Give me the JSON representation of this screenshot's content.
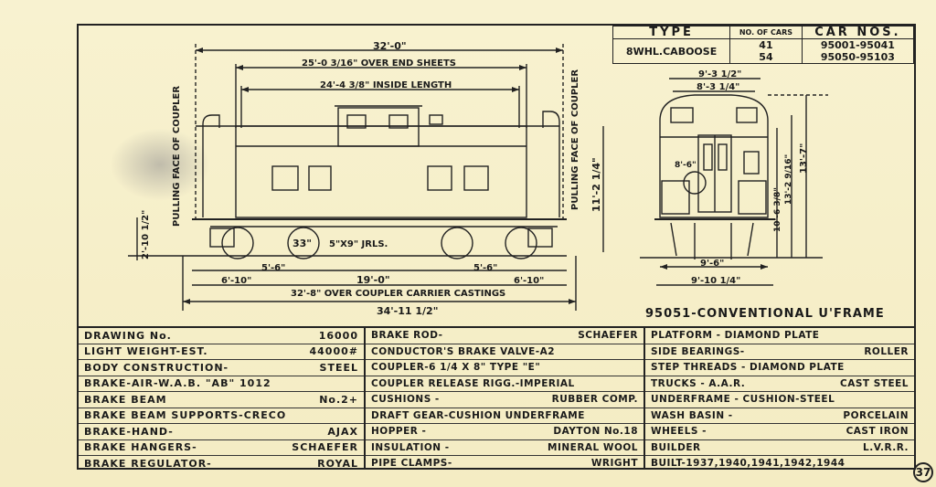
{
  "type_table": {
    "type_header": "TYPE",
    "cars_header": "NO. OF CARS",
    "carnos_header": "CAR NOS.",
    "type_value": "8WHL.CABOOSE",
    "cars_values": [
      "41",
      "54"
    ],
    "carnos_values": [
      "95001-95041",
      "95050-95103"
    ]
  },
  "side_view_dims": {
    "overall_32": "32'-0\"",
    "over_end_sheets": "25'-0 3/16\" OVER END SHEETS",
    "inside_length": "24'-4 3/8\" INSIDE LENGTH",
    "pulling_face_left": "PULLING FACE OF COUPLER",
    "pulling_face_right": "PULLING FACE OF COUPLER",
    "height_11": "11'-2 1/4\"",
    "coupler_height": "2'-10 1/2\"",
    "wheel_dia": "33\"",
    "journals": "5\"X9\" JRLS.",
    "truck_5_6_left": "5'-6\"",
    "truck_5_6_right": "5'-6\"",
    "end_6_10_left": "6'-10\"",
    "end_6_10_right": "6'-10\"",
    "center_19": "19'-0\"",
    "over_coupler_carrier": "32'-8\" OVER COUPLER CARRIER CASTINGS",
    "overall_34": "34'-11 1/2\""
  },
  "end_view_dims": {
    "width_9_3": "9'-3 1/2\"",
    "width_8_3": "8'-3 1/4\"",
    "door_8_6": "8'-6\"",
    "h_10_6": "10'-6 3/8\"",
    "h_13_2": "13'-2 9/16\"",
    "h_13_7": "13'-7\"",
    "width_9_6": "9'-6\"",
    "width_9_10": "9'-10 1/4\""
  },
  "caption": "95051-CONVENTIONAL U'FRAME",
  "specs": {
    "col1": [
      {
        "label": "DRAWING No.",
        "value": "16000"
      },
      {
        "label": "LIGHT WEIGHT-EST.",
        "value": "44000#"
      },
      {
        "label": "BODY CONSTRUCTION-",
        "value": "STEEL"
      },
      {
        "label": "BRAKE-AIR-W.A.B. \"AB\" 1012",
        "value": ""
      },
      {
        "label": "BRAKE BEAM",
        "value": "No.2+"
      },
      {
        "label": "BRAKE BEAM SUPPORTS-CRECO",
        "value": ""
      },
      {
        "label": "BRAKE-HAND-",
        "value": "AJAX"
      },
      {
        "label": "BRAKE HANGERS-",
        "value": "SCHAEFER"
      },
      {
        "label": "BRAKE REGULATOR-",
        "value": "ROYAL"
      }
    ],
    "col2": [
      {
        "label": "BRAKE ROD-",
        "value": "SCHAEFER"
      },
      {
        "label": "CONDUCTOR'S BRAKE VALVE-A2",
        "value": ""
      },
      {
        "label": "COUPLER-6 1/4 X 8\" TYPE \"E\"",
        "value": ""
      },
      {
        "label": "COUPLER RELEASE RIGG.-IMPERIAL",
        "value": ""
      },
      {
        "label": "CUSHIONS -",
        "value": "RUBBER COMP."
      },
      {
        "label": "DRAFT GEAR-CUSHION UNDERFRAME",
        "value": ""
      },
      {
        "label": "HOPPER -",
        "value": "DAYTON No.18"
      },
      {
        "label": "INSULATION -",
        "value": "MINERAL WOOL"
      },
      {
        "label": "PIPE CLAMPS-",
        "value": "WRIGHT"
      }
    ],
    "col3": [
      {
        "label": "PLATFORM - DIAMOND PLATE",
        "value": ""
      },
      {
        "label": "SIDE BEARINGS-",
        "value": "ROLLER"
      },
      {
        "label": "STEP THREADS - DIAMOND PLATE",
        "value": ""
      },
      {
        "label": "TRUCKS - A.A.R.",
        "value": "CAST STEEL"
      },
      {
        "label": "UNDERFRAME - CUSHION-STEEL",
        "value": ""
      },
      {
        "label": "WASH BASIN -",
        "value": "PORCELAIN"
      },
      {
        "label": "WHEELS -",
        "value": "CAST IRON"
      },
      {
        "label": "BUILDER",
        "value": "L.V.R.R."
      },
      {
        "label": "BUILT-1937,1940,1941,1942,1944",
        "value": ""
      }
    ]
  },
  "page_number": "37"
}
